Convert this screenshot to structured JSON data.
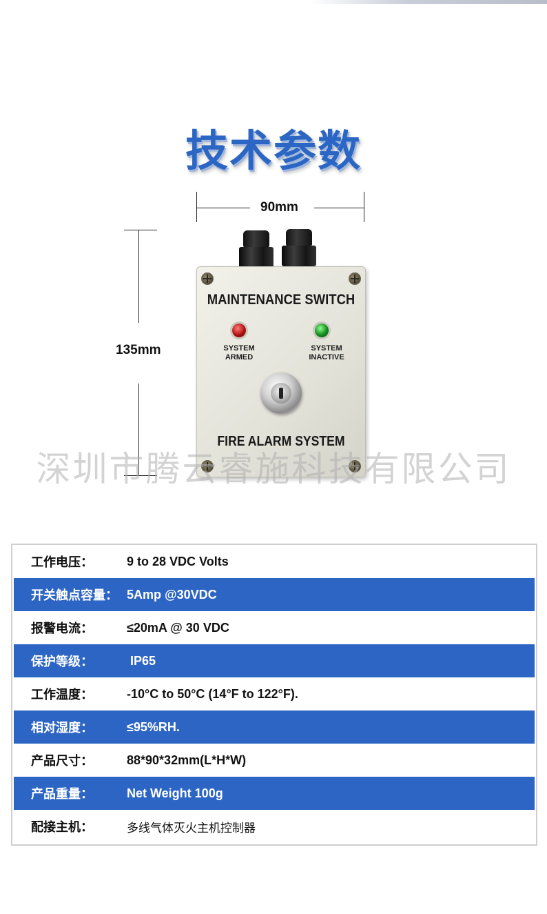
{
  "page_title": "技术参数",
  "watermark": "深圳市腾云睿施科技有限公司",
  "dimensions": {
    "width_label": "90mm",
    "height_label": "135mm"
  },
  "device": {
    "heading": "MAINTENANCE SWITCH",
    "led_left": {
      "line1": "SYSTEM",
      "line2": "ARMED",
      "color": "#b01010"
    },
    "led_right": {
      "line1": "SYSTEM",
      "line2": "INACTIVE",
      "color": "#138a1e"
    },
    "footer": "FIRE ALARM SYSTEM"
  },
  "specs": [
    {
      "label": "工作电压：",
      "value": "9 to 28 VDC Volts"
    },
    {
      "label": "开关触点容量：",
      "value": "5Amp @30VDC"
    },
    {
      "label": "报警电流：",
      "value": "≤20mA @ 30 VDC"
    },
    {
      "label": "保护等级：",
      "value": " IP65"
    },
    {
      "label": "工作温度：",
      "value": "-10°C to 50°C (14°F to 122°F)."
    },
    {
      "label": "相对湿度：",
      "value": "≤95%RH."
    },
    {
      "label": "产品尺寸：",
      "value": "88*90*32mm(L*H*W)"
    },
    {
      "label": "产品重量：",
      "value": "Net Weight 100g"
    },
    {
      "label": "配接主机：",
      "value": "多线气体灭火主机控制器"
    }
  ],
  "colors": {
    "accent_blue": "#2d65c5",
    "title_blue": "#2c66c4"
  }
}
